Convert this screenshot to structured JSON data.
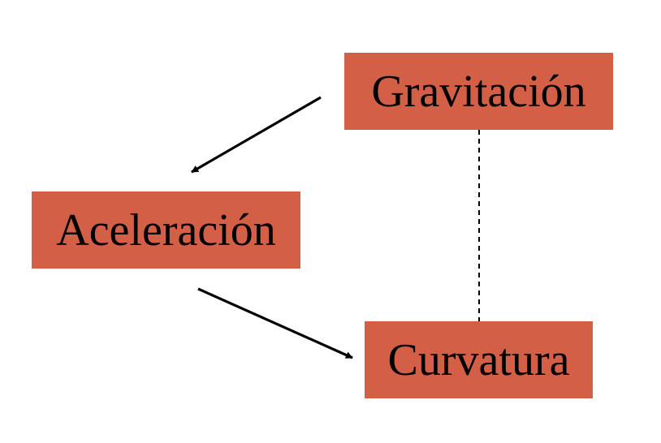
{
  "diagram": {
    "node_color": "#d35f47",
    "line_color": "#000000",
    "nodes": {
      "gravitacion": {
        "label": "Gravitación"
      },
      "aceleracion": {
        "label": "Aceleración"
      },
      "curvatura": {
        "label": "Curvatura"
      }
    },
    "edges": [
      {
        "from": "gravitacion",
        "to": "aceleracion",
        "style": "solid-arrow"
      },
      {
        "from": "aceleracion",
        "to": "curvatura",
        "style": "solid-arrow"
      },
      {
        "from": "gravitacion",
        "to": "curvatura",
        "style": "dashed"
      }
    ]
  }
}
